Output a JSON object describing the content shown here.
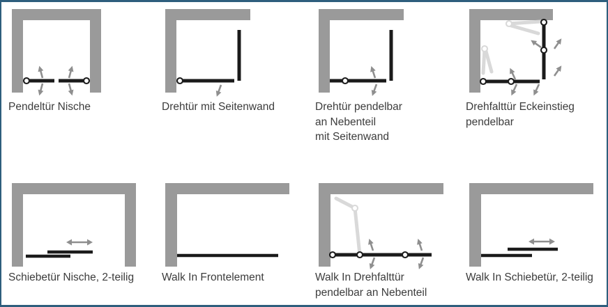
{
  "window": {
    "kind": "shower-enclosure-type-diagram-strip",
    "background": "#ffffff",
    "border_color": "#2e5e7d"
  },
  "colors": {
    "bg": "#ffffff",
    "frame": "#2e5e7d",
    "wall": "#9a9a9a",
    "glass": "#1b1b1b",
    "ghost": "#d9d9d9",
    "arrow": "#8f8f8f",
    "text": "#3c3c3c"
  },
  "icons": {
    "swing_arrow": "↗",
    "slide_arrow": "↔",
    "hinge_dot": "○"
  },
  "panels": [
    {
      "id": "pendeltuer-nische",
      "label": "Pendeltür Nische"
    },
    {
      "id": "drehtuer-mit-seitenwand",
      "label": "Drehtür mit Seitenwand"
    },
    {
      "id": "drehtuer-pendelbar-an-nebenteil-mit-seitenwand",
      "label": "Drehtür pendelbar\nan Nebenteil\nmit Seitenwand"
    },
    {
      "id": "drehfalttuer-eckeinstieg-pendelbar",
      "label": "Drehfalttür Eckeinstieg\npendelbar"
    },
    {
      "id": "schiebetuer-nische-2-teilig",
      "label": "Schiebetür Nische, 2-teilig"
    },
    {
      "id": "walk-in-frontelement",
      "label": "Walk In Frontelement"
    },
    {
      "id": "walk-in-drehfalttuer-pendelbar-an-nebenteil",
      "label": "Walk In Drehfalttür\npendelbar an Nebenteil"
    },
    {
      "id": "walk-in-schiebetuer-2-teilig",
      "label": "Walk In Schiebetür, 2-teilig"
    }
  ]
}
